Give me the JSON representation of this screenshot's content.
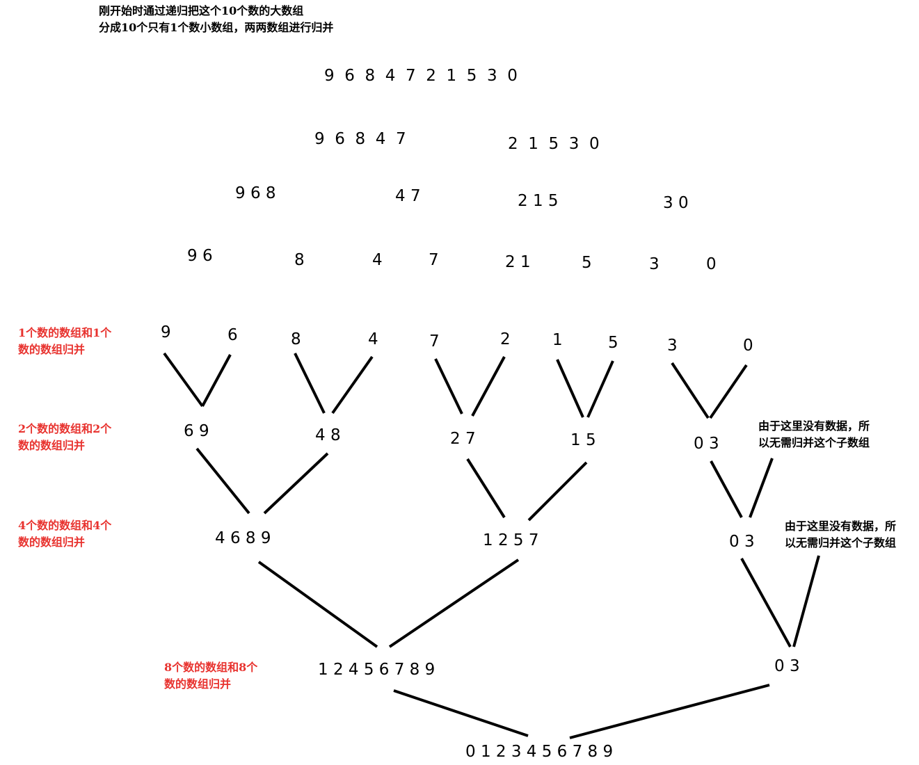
{
  "intro": {
    "line1": "刚开始时通过递归把这个10个数的大数组",
    "line2": "分成10个只有1个数小数组，两两数组进行归并"
  },
  "split": {
    "level0": [
      "9  6  8  4  7  2  1  5  3  0"
    ],
    "level1": [
      "9  6  8  4  7",
      "2  1  5  3  0"
    ],
    "level2": [
      "9 6 8",
      "4 7",
      "2 1 5",
      "3 0"
    ],
    "level3": [
      "9 6",
      "8",
      "4",
      "7",
      "2 1",
      "5",
      "3",
      "0"
    ]
  },
  "merge": {
    "leaves": [
      "9",
      "6",
      "8",
      "4",
      "7",
      "2",
      "1",
      "5",
      "3",
      "0"
    ],
    "pairs": [
      "6 9",
      "4 8",
      "2 7",
      "1 5",
      "0 3"
    ],
    "quads": [
      "4 6 8 9",
      "1 2 5 7",
      "0 3"
    ],
    "eights": [
      "1 2 4 5 6 7 8 9",
      "0 3"
    ],
    "final": "0 1 2 3 4 5 6 7 8 9"
  },
  "labels": {
    "merge1": {
      "line1": "1个数的数组和1个",
      "line2": "数的数组归并"
    },
    "merge2": {
      "line1": "2个数的数组和2个",
      "line2": "数的数组归并"
    },
    "merge4": {
      "line1": "4个数的数组和4个",
      "line2": "数的数组归并"
    },
    "merge8": {
      "line1": "8个数的数组和8个",
      "line2": "数的数组归并"
    }
  },
  "notes": {
    "no_merge_1": {
      "line1": "由于这里没有数据，所",
      "line2": "以无需归并这个子数组"
    },
    "no_merge_2": {
      "line1": "由于这里没有数据，所",
      "line2": "以无需归并这个子数组"
    }
  },
  "colors": {
    "label_red": "#e8322e",
    "text": "#000000",
    "line": "#000000"
  }
}
